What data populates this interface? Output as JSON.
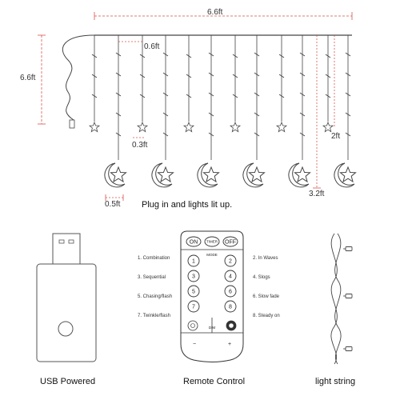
{
  "dimensions": {
    "total_width": "6.6ft",
    "total_height": "6.6ft",
    "drop_spacing": "0.6ft",
    "star_spacing": "0.3ft",
    "moon_width": "0.5ft",
    "short_drop": "2ft",
    "long_drop": "3.2ft"
  },
  "headline": "Plug in and lights lit up.",
  "remote": {
    "on": "ON",
    "timer": "TIMER",
    "off": "OFF",
    "mode": "MODE",
    "dim": "DIM",
    "minus": "−",
    "plus": "+",
    "buttons": [
      "1",
      "2",
      "3",
      "4",
      "5",
      "6",
      "7",
      "8"
    ],
    "modes_left": [
      "1.  Combination",
      "3.  Sequential",
      "5.  Chasing/flash",
      "7.  Twinkle/flash"
    ],
    "modes_right": [
      "2.  In Waves",
      "4.  Slogs",
      "6.  Slow fade",
      "8.  Steady on"
    ]
  },
  "captions": {
    "usb": "USB Powered",
    "remote": "Remote Control",
    "string": "light string"
  },
  "colors": {
    "line": "#333333",
    "dimension": "#d9534f",
    "outline": "#555555"
  },
  "icons": [
    "star-icon",
    "moon-star-icon",
    "usb-plug-icon",
    "remote-icon",
    "sun-icon",
    "led-bulb-icon"
  ]
}
